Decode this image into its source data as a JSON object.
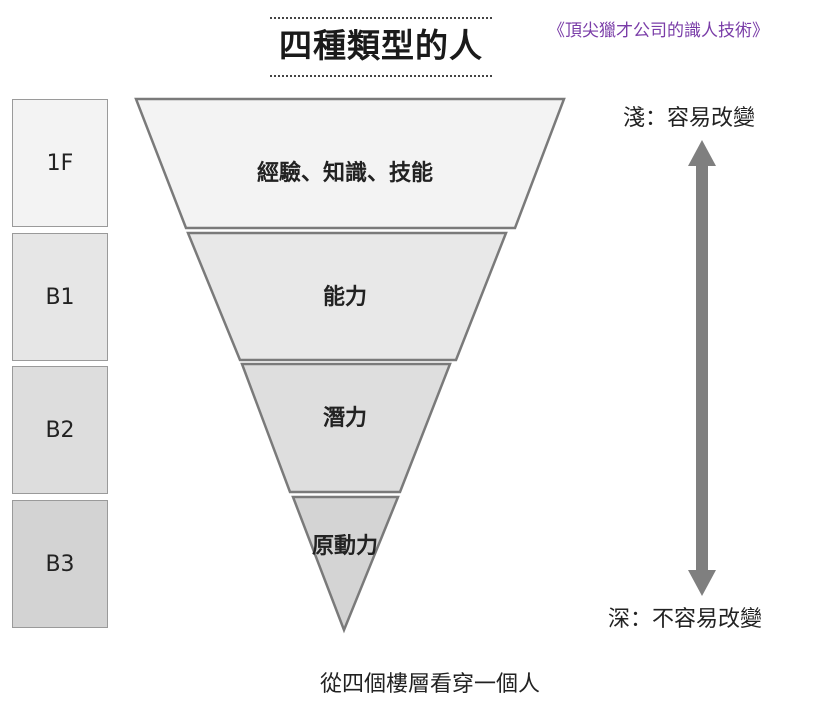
{
  "title": "四種類型的人",
  "source": "《頂尖獵才公司的識人技術》",
  "floors": [
    {
      "label": "1F"
    },
    {
      "label": "B1"
    },
    {
      "label": "B2"
    },
    {
      "label": "B3"
    }
  ],
  "layers": [
    {
      "label": "經驗、知識、技能",
      "fill": "#f3f3f3"
    },
    {
      "label": "能力",
      "fill": "#e8e8e8"
    },
    {
      "label": "潛力",
      "fill": "#dedede"
    },
    {
      "label": "原動力",
      "fill": "#d4d4d4"
    }
  ],
  "scale": {
    "top_label": "淺：容易改變",
    "bottom_label": "深：不容易改變",
    "arrow_color": "#7f7f7f"
  },
  "caption": "從四個樓層看穿一個人"
}
